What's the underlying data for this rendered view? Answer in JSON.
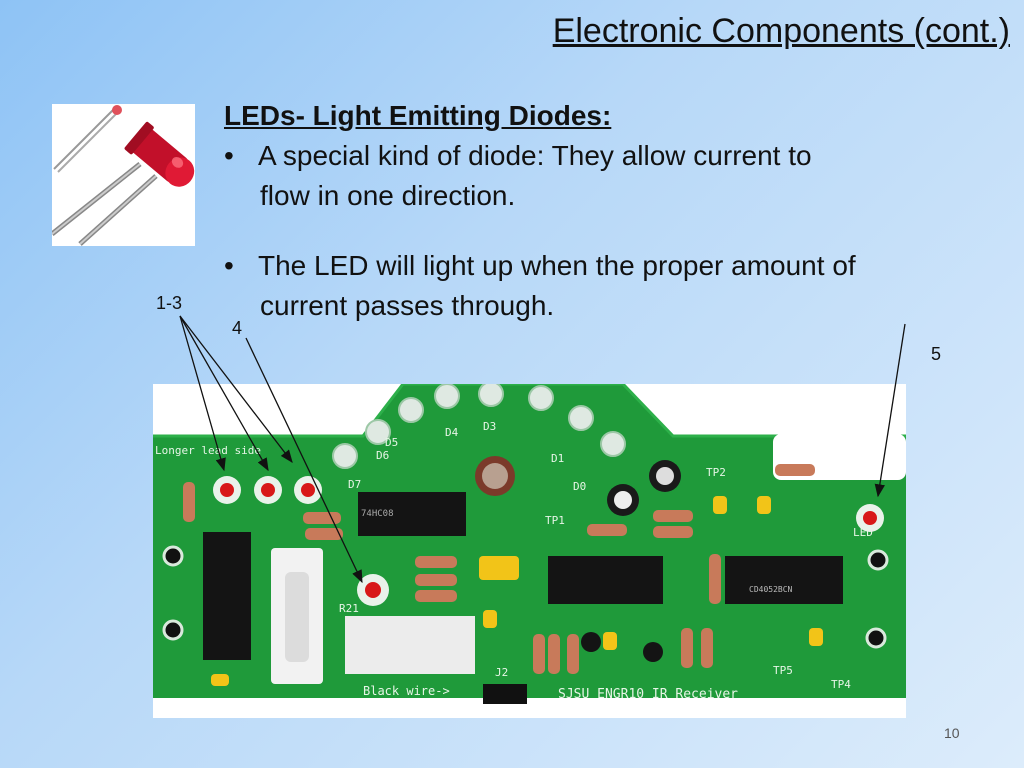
{
  "slide": {
    "title": "Electronic Components (cont.)",
    "heading": "LEDs- Light Emitting Diodes:",
    "bullets": [
      {
        "line1": "A special kind of diode: They allow current to",
        "line2": "flow in one direction."
      },
      {
        "line1": "The LED will light up when the proper amount of",
        "line2": "current passes through."
      }
    ],
    "labels": {
      "l13": "1-3",
      "l4": "4",
      "l5": "5"
    },
    "page_number": "10"
  },
  "pcb_text": {
    "d5": "D5",
    "d4": "D4",
    "d3": "D3",
    "d1": "D1",
    "d6": "D6",
    "d7": "D7",
    "d0": "D0",
    "longer_lead": "Longer lead side",
    "tp1": "TP1",
    "tp2": "TP2",
    "tp4": "TP4",
    "tp5": "TP5",
    "r21": "R21",
    "j2": "J2",
    "led": "LED",
    "black_wire": "Black wire->",
    "footer": "SJSU ENGR10 IR Receiver",
    "chip_a": "74HC08",
    "chip_b": "CD4052BCN"
  },
  "colors": {
    "bg_top": "#8ec3f5",
    "pcb_green": "#1f9a3a",
    "led_red": "#d81818"
  }
}
